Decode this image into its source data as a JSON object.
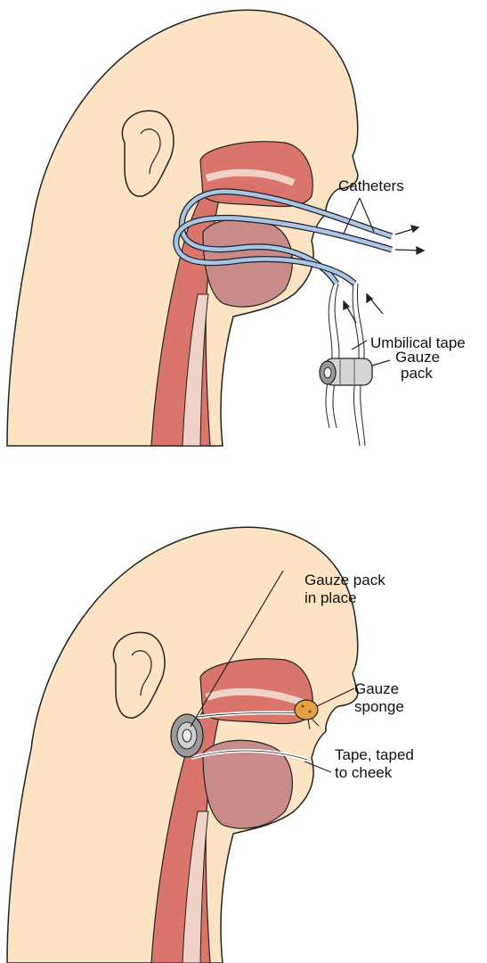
{
  "figure": {
    "top_panel": {
      "labels": {
        "catheters": "Catheters",
        "umbilical_tape": "Umbilical tape",
        "gauze_pack_line1": "Gauze",
        "gauze_pack_line2": "pack"
      }
    },
    "bottom_panel": {
      "labels": {
        "gauze_in_place_line1": "Gauze pack",
        "gauze_in_place_line2": "in place",
        "gauze_sponge_line1": "Gauze",
        "gauze_sponge_line2": "sponge",
        "tape_line1": "Tape, taped",
        "tape_line2": "to cheek"
      }
    }
  },
  "colors": {
    "skin": "#fbe3c3",
    "soft_tissue": "#d9756b",
    "mucosa": "#c98a8a",
    "airway": "#f1d2c9",
    "catheter": "#a8c6e8",
    "gauze": "#9a9a9a",
    "sponge": "#e0a245",
    "outline": "#222222"
  }
}
